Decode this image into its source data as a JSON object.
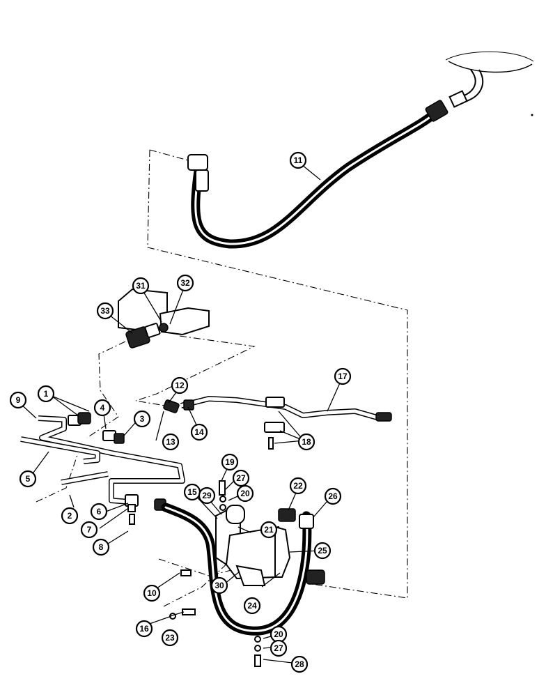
{
  "callouts": [
    {
      "label": "1"
    },
    {
      "label": "2"
    },
    {
      "label": "3"
    },
    {
      "label": "4"
    },
    {
      "label": "5"
    },
    {
      "label": "6"
    },
    {
      "label": "7"
    },
    {
      "label": "8"
    },
    {
      "label": "9"
    },
    {
      "label": "10"
    },
    {
      "label": "11"
    },
    {
      "label": "12"
    },
    {
      "label": "13"
    },
    {
      "label": "14"
    },
    {
      "label": "15"
    },
    {
      "label": "16"
    },
    {
      "label": "17"
    },
    {
      "label": "18"
    },
    {
      "label": "19"
    },
    {
      "label": "20"
    },
    {
      "label": "20"
    },
    {
      "label": "21"
    },
    {
      "label": "22"
    },
    {
      "label": "23"
    },
    {
      "label": "24"
    },
    {
      "label": "25"
    },
    {
      "label": "26"
    },
    {
      "label": "27"
    },
    {
      "label": "27"
    },
    {
      "label": "28"
    },
    {
      "label": "29"
    },
    {
      "label": "30"
    },
    {
      "label": "31"
    },
    {
      "label": "32"
    },
    {
      "label": "33"
    }
  ]
}
